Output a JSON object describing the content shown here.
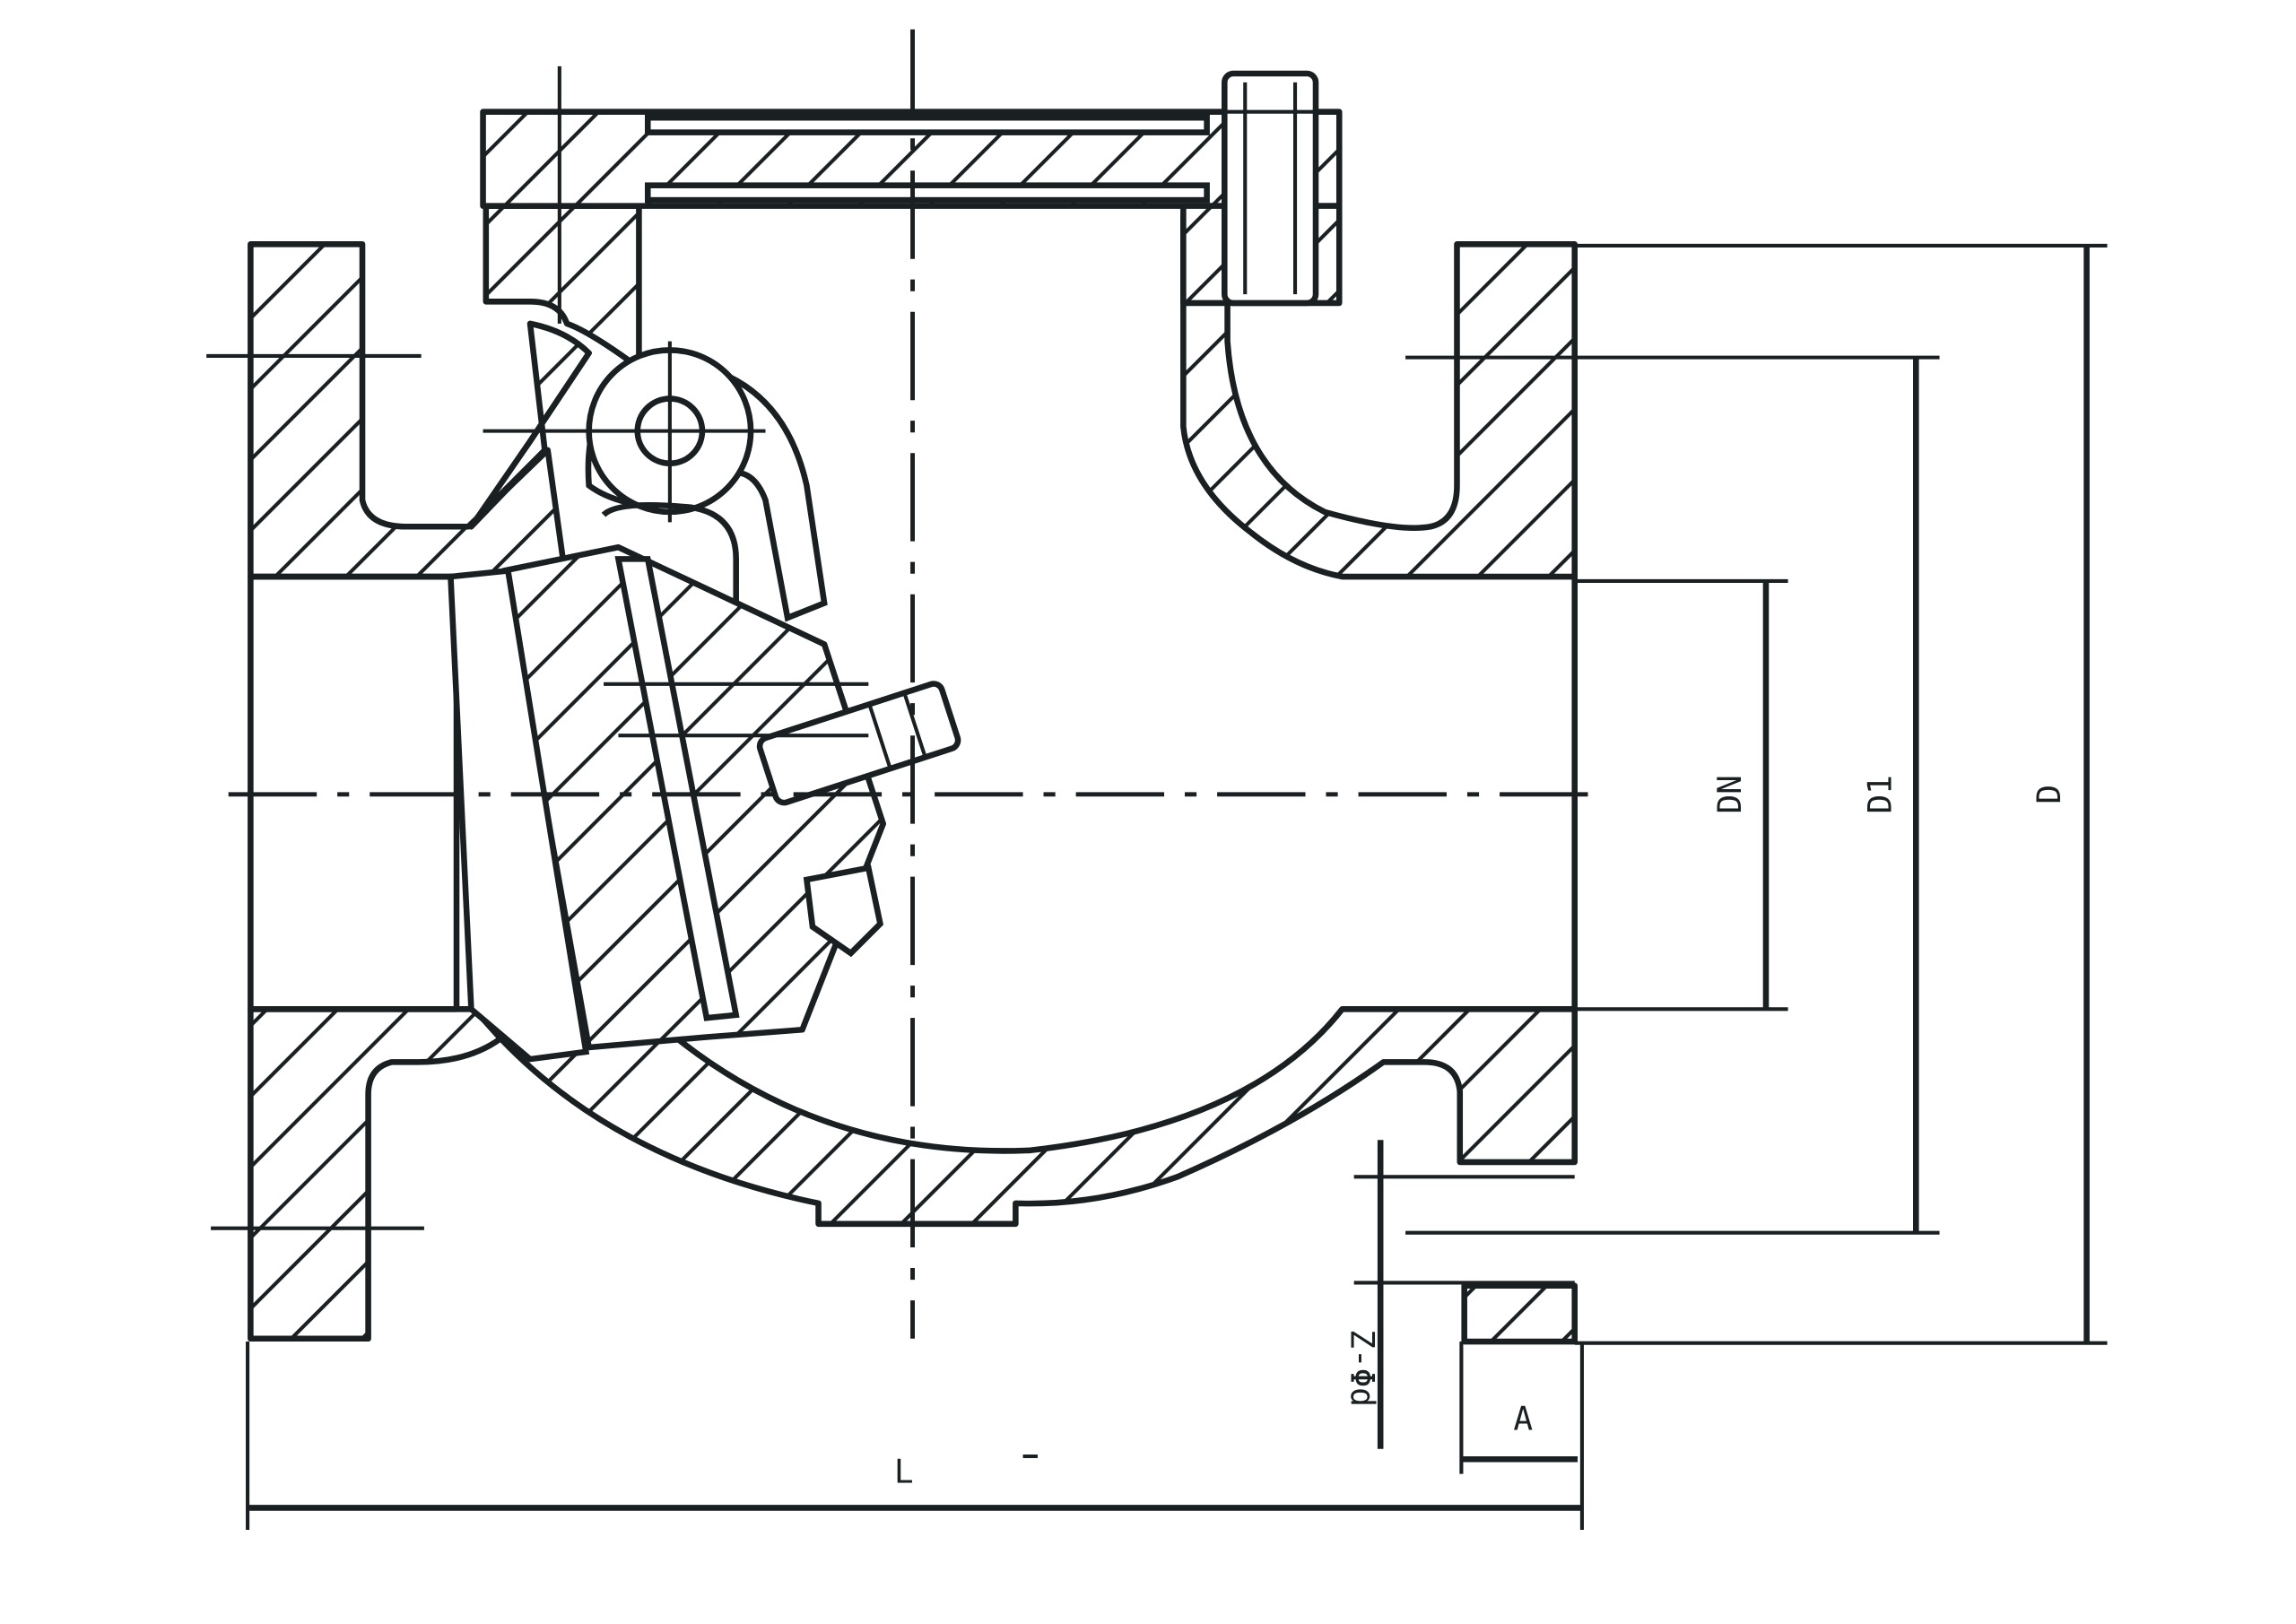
{
  "drawing": {
    "title": "Swing check valve sectional drawing",
    "labels": {
      "nominal_diameter": "DN",
      "bolt_circle_diameter": "D1",
      "flange_diameter": "D",
      "bolt_holes": "Z-Φd",
      "flange_thickness": "A",
      "length": "L"
    },
    "colors": {
      "line": "#1a1f22",
      "background": "#ffffff"
    }
  }
}
